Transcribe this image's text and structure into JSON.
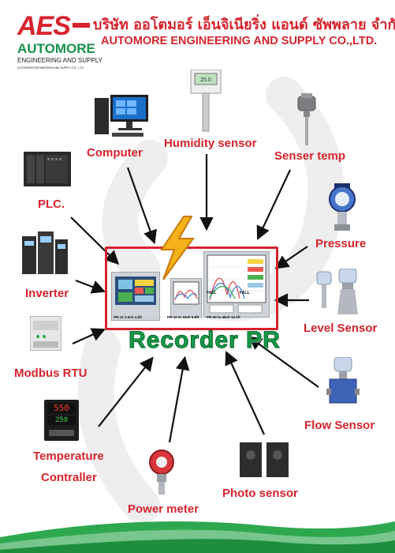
{
  "header": {
    "logo_aes": "AES",
    "logo_automore": "AUTOMORE",
    "logo_engineering": "ENGINEERING AND SUPPLY",
    "logo_small": "AUTOMORE ENGINEERING AND SUPPLY CO., LTD.",
    "thai_name": "บริษัท ออโตมอร์ เอ็นจิเนียริ่ง แอนด์ ซัพพลาย จำกัด",
    "company_name": "AUTOMORE ENGINEERING AND SUPPLY CO.,LTD."
  },
  "center": {
    "title": "Recorder PR",
    "units": [
      {
        "label": "PR-10 3.5ch 4.5ft"
      },
      {
        "label": "PR-10 to 24ch 5.6ft"
      },
      {
        "label": "PR-20 to 48ch 12.1ft"
      }
    ],
    "screen_readouts": [
      "FALL",
      "FALL"
    ]
  },
  "devices": {
    "computer": "Computer",
    "humidity": "Humidity sensor",
    "senser_temp": "Senser temp",
    "plc": "PLC.",
    "pressure": "Pressure",
    "inverter": "Inverter",
    "level": "Level Sensor",
    "modbus": "Modbus RTU",
    "flow": "Flow Sensor",
    "temperature_line1": "Temperature",
    "temperature_line2": "Contraller",
    "power_meter": "Power meter",
    "photo_sensor": "Photo sensor"
  },
  "controller_display": {
    "top": "550",
    "bottom": "250"
  },
  "colors": {
    "brand_red": "#d7232d",
    "brand_green": "#179a4a",
    "footer_green": "#2ea84f"
  }
}
